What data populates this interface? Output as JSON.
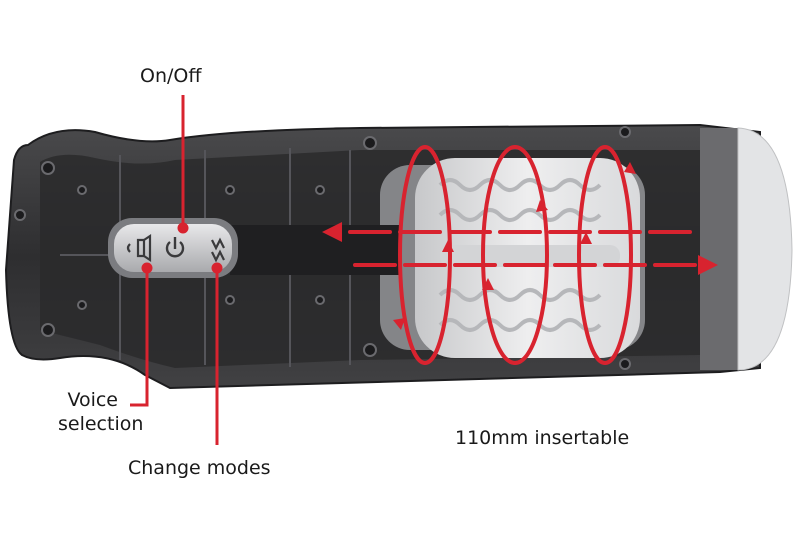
{
  "labels": {
    "on_off": "On/Off",
    "voice_line1": "Voice",
    "voice_line2": "selection",
    "change_modes": "Change modes",
    "insertable": "110mm insertable"
  },
  "colors": {
    "callout_red": "#d8232f",
    "housing_dark": "#3a3a3c",
    "housing_inner": "#2b2b2d",
    "panel_silver": "#c9cacc",
    "sleeve_white": "#e6e7e9"
  },
  "icons": [
    "voice-icon",
    "power-icon",
    "mode-icon"
  ]
}
